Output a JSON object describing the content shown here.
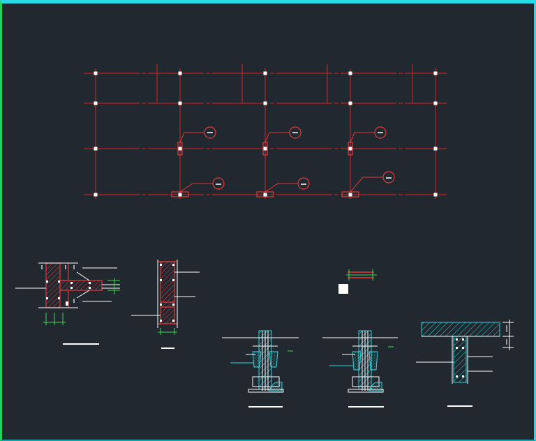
{
  "viewport": {
    "name": "cad-model-space",
    "background": "#212830"
  },
  "colors": {
    "grid": "#e0201c",
    "section": "#e03a3a",
    "rebar": "#ffffff",
    "dimension": "#39d84a",
    "concrete": "#2fd4d8",
    "text": "#ffffff",
    "frame_left": "#1ed25a",
    "frame_top": "#29d9e6"
  },
  "plan": {
    "name": "structural-column-grid-plan",
    "column_count_per_row": 5,
    "row_count": 4,
    "callout_count": 6
  },
  "details": [
    {
      "name": "t-junction-wall-detail"
    },
    {
      "name": "vertical-wall-section-detail"
    },
    {
      "name": "tie-column-elevation-marker"
    },
    {
      "name": "foundation-section-a"
    },
    {
      "name": "foundation-section-b"
    },
    {
      "name": "slab-wall-joint-detail"
    }
  ]
}
